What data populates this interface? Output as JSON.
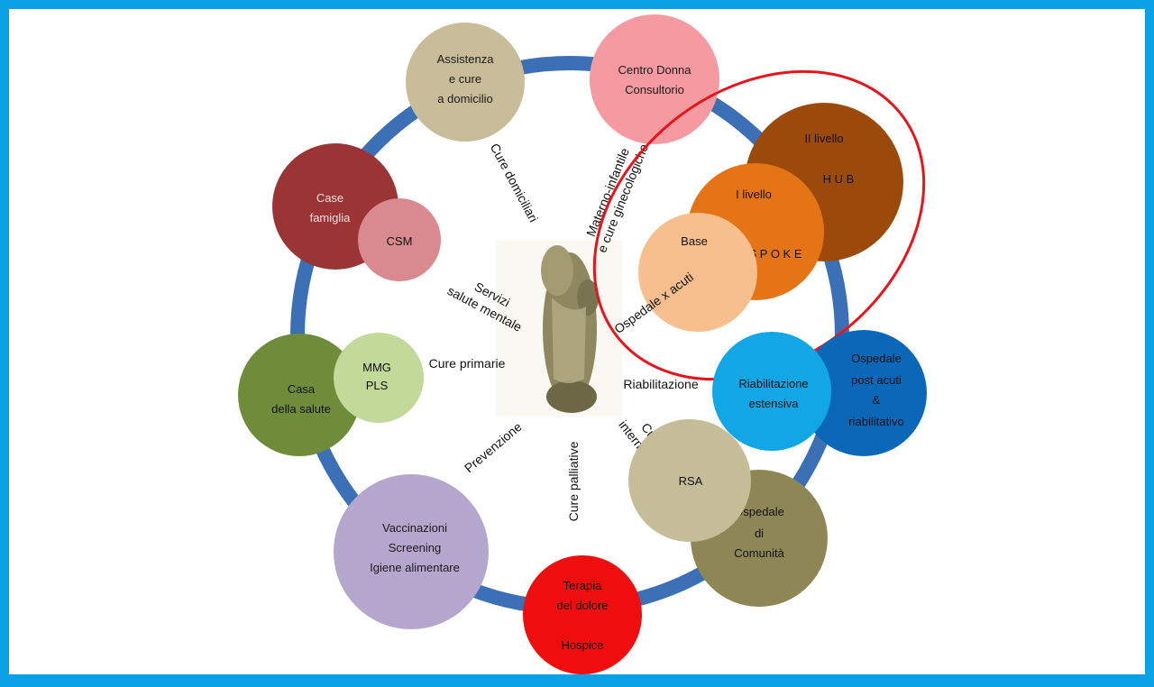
{
  "colors": {
    "frame": "#0aa0e6",
    "ring": "#3b6fb6",
    "highlight_ellipse": "#e8141c"
  },
  "nodes": {
    "assistenza": {
      "lines": [
        "Assistenza",
        "e cure",
        "a domicilio"
      ],
      "color": "#c8bd98"
    },
    "centro_donna": {
      "lines": [
        "Centro Donna",
        "Consultorio"
      ],
      "color": "#f49aa0"
    },
    "ii_livello": {
      "lines": [
        "II livello",
        "H U B"
      ],
      "color": "#9b4a0c"
    },
    "i_livello": {
      "lines": [
        "I livello",
        "S P O K E"
      ],
      "color": "#e47416"
    },
    "base": {
      "lines": [
        "Base",
        "Ospedale x acuti"
      ],
      "color": "#f7bf8e"
    },
    "ospedale_post_acuti": {
      "lines": [
        "Ospedale",
        "post acuti",
        "&",
        "riabilitativo"
      ],
      "color": "#0b68b8"
    },
    "riabilitazione_estensiva": {
      "lines": [
        "Riabilitazione",
        "estensiva"
      ],
      "color": "#11a6e6"
    },
    "ospedale_comunita": {
      "lines": [
        "Ospedale",
        "di",
        "Comunità"
      ],
      "color": "#8e8755"
    },
    "rsa": {
      "lines": [
        "RSA"
      ],
      "color": "#c4bd98"
    },
    "terapia_dolore": {
      "lines": [
        "Terapia",
        "del dolore",
        "Hospice"
      ],
      "color": "#f00d0d"
    },
    "vaccinazioni": {
      "lines": [
        "Vaccinazioni",
        "Screening",
        "Igiene alimentare"
      ],
      "color": "#b5a6cd"
    },
    "casa_salute": {
      "lines": [
        "Casa",
        "della salute"
      ],
      "color": "#6f8c3b"
    },
    "mmg_pls": {
      "lines": [
        "MMG",
        "PLS"
      ],
      "color": "#c3d99a"
    },
    "case_famiglia": {
      "lines": [
        "Case",
        "famiglia"
      ],
      "color": "#9b3535"
    },
    "csm": {
      "lines": [
        "CSM"
      ],
      "color": "#d98a8e"
    }
  },
  "spokes": {
    "cure_domiciliari": "Cure domiciliari",
    "materno_infantile": [
      "Materno-infantile",
      "e cure ginecologiche"
    ],
    "servizi_salute_mentale": [
      "Servizi",
      "salute mentale"
    ],
    "cure_primarie": "Cure primarie",
    "riabilitazione": "Riabilitazione",
    "cure_intermedie": [
      "Cure",
      "intermedie"
    ],
    "prevenzione": "Prevenzione",
    "cure_palliative": "Cure palliative"
  }
}
